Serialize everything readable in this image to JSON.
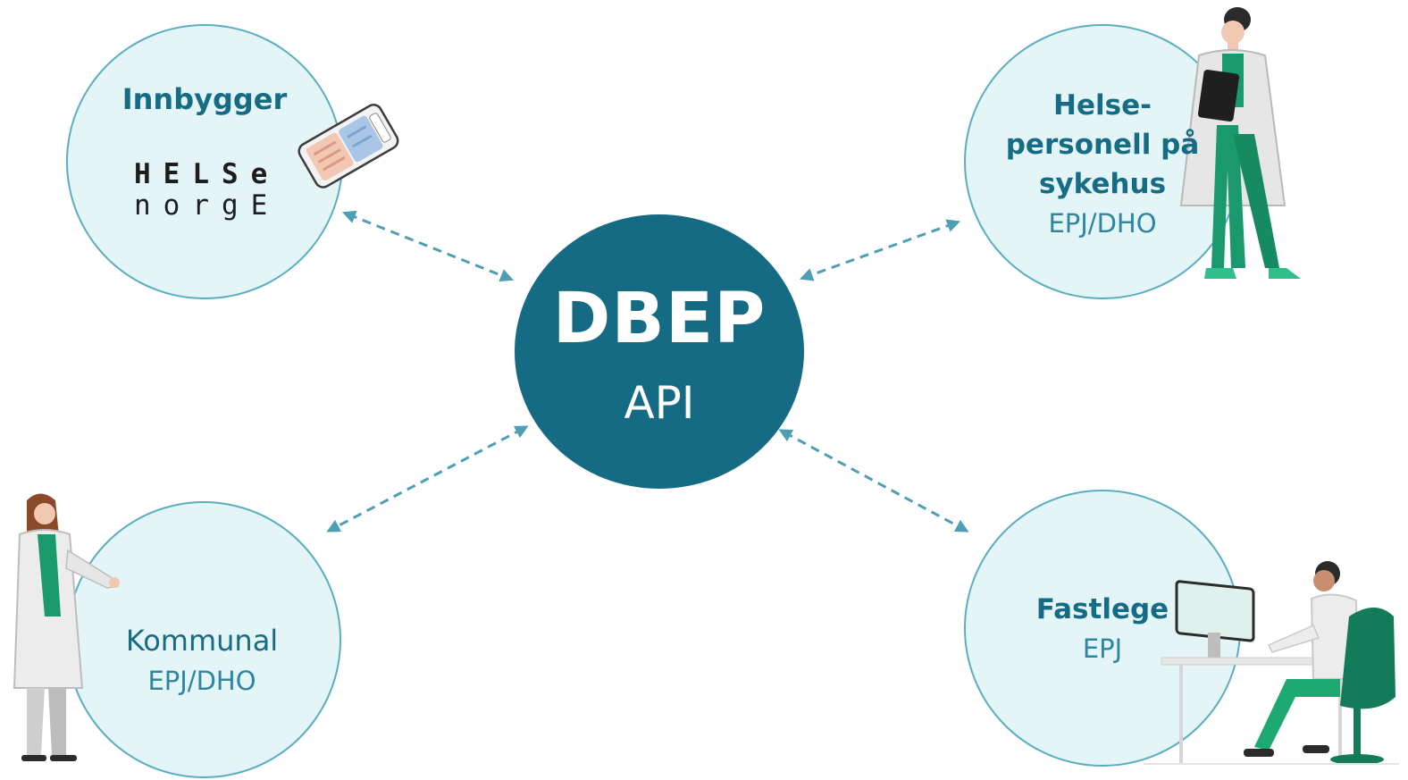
{
  "hub": {
    "title": "DBEP",
    "subtitle": "API"
  },
  "nodes": {
    "innbygger": {
      "title": "Innbygger",
      "logo_line1": "HELSe",
      "logo_line2": "norgE"
    },
    "sykehus": {
      "title_line1": "Helse-",
      "title_line2": "personell på",
      "title_line3": "sykehus",
      "system": "EPJ/DHO"
    },
    "kommunal": {
      "title": "Kommunal",
      "system": "EPJ/DHO"
    },
    "fastlege": {
      "title": "Fastlege",
      "system": "EPJ"
    }
  },
  "colors": {
    "hub": "#156b84",
    "bubble_fill": "#e4f5f8",
    "bubble_border": "#5aaebf",
    "label": "#176c85",
    "arrow": "#4f9fb4",
    "accent_green": "#1a9a6c"
  },
  "icons": [
    "phone-icon",
    "doctor-figure-icon",
    "nurse-figure-icon",
    "gp-at-desk-icon"
  ]
}
